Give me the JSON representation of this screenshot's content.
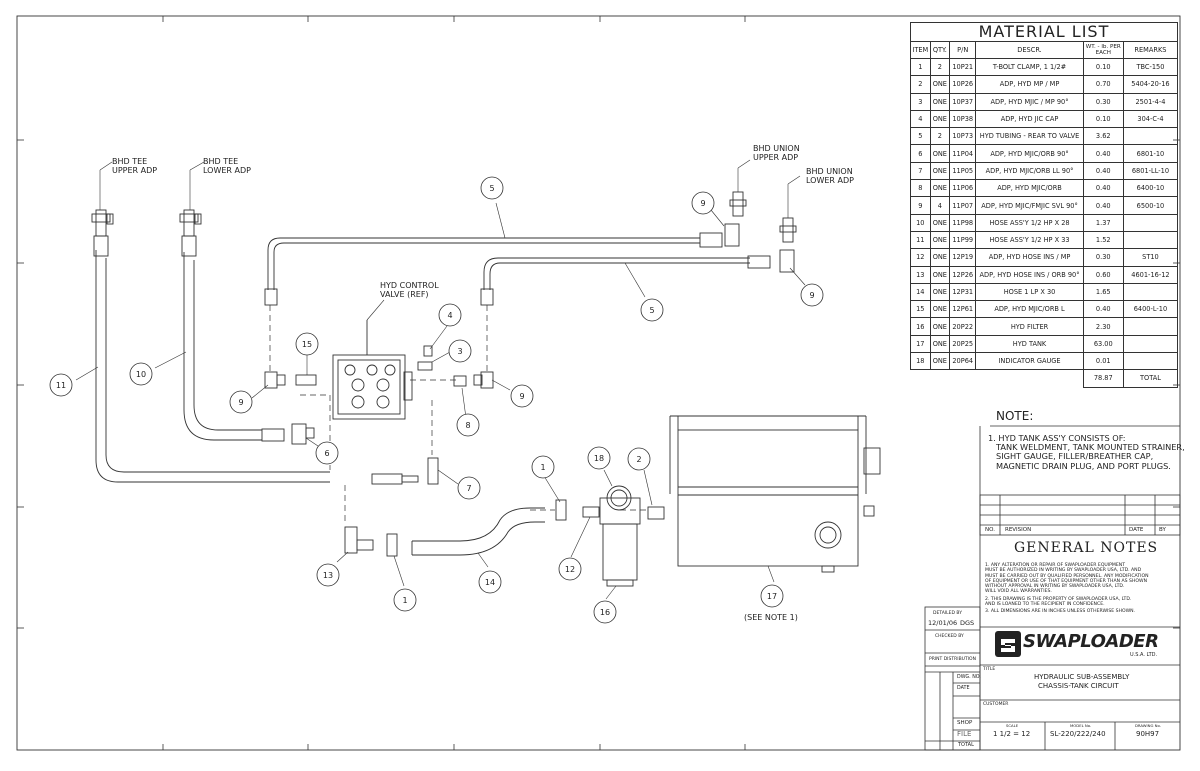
{
  "material_list": {
    "title": "MATERIAL LIST",
    "headers": [
      "ITEM",
      "QTY.",
      "P/N",
      "DESCR.",
      "WT. - lb. PER EACH",
      "REMARKS"
    ],
    "rows": [
      [
        "1",
        "2",
        "10P21",
        "T-BOLT CLAMP, 1 1/2#",
        "0.10",
        "TBC-150"
      ],
      [
        "2",
        "ONE",
        "10P26",
        "ADP, HYD MP / MP",
        "0.70",
        "5404-20-16"
      ],
      [
        "3",
        "ONE",
        "10P37",
        "ADP, HYD MJIC / MP 90°",
        "0.30",
        "2501-4-4"
      ],
      [
        "4",
        "ONE",
        "10P38",
        "ADP, HYD JIC CAP",
        "0.10",
        "304-C-4"
      ],
      [
        "5",
        "2",
        "10P73",
        "HYD TUBING - REAR TO VALVE",
        "3.62",
        ""
      ],
      [
        "6",
        "ONE",
        "11P04",
        "ADP, HYD MJIC/ORB 90°",
        "0.40",
        "6801-10"
      ],
      [
        "7",
        "ONE",
        "11P05",
        "ADP, HYD MJIC/ORB LL 90°",
        "0.40",
        "6801-LL-10"
      ],
      [
        "8",
        "ONE",
        "11P06",
        "ADP, HYD MJIC/ORB",
        "0.40",
        "6400-10"
      ],
      [
        "9",
        "4",
        "11P07",
        "ADP, HYD MJIC/FMJIC SVL 90°",
        "0.40",
        "6500-10"
      ],
      [
        "10",
        "ONE",
        "11P98",
        "HOSE ASS'Y 1/2 HP X 28",
        "1.37",
        ""
      ],
      [
        "11",
        "ONE",
        "11P99",
        "HOSE ASS'Y 1/2 HP X 33",
        "1.52",
        ""
      ],
      [
        "12",
        "ONE",
        "12P19",
        "ADP, HYD HOSE INS / MP",
        "0.30",
        "ST10"
      ],
      [
        "13",
        "ONE",
        "12P26",
        "ADP, HYD HOSE INS / ORB 90°",
        "0.60",
        "4601-16-12"
      ],
      [
        "14",
        "ONE",
        "12P31",
        "HOSE 1 LP X 30",
        "1.65",
        ""
      ],
      [
        "15",
        "ONE",
        "12P61",
        "ADP, HYD MJIC/ORB L",
        "0.40",
        "6400-L-10"
      ],
      [
        "16",
        "ONE",
        "20P22",
        "HYD FILTER",
        "2.30",
        ""
      ],
      [
        "17",
        "ONE",
        "20P25",
        "HYD TANK",
        "63.00",
        ""
      ],
      [
        "18",
        "ONE",
        "20P64",
        "INDICATOR GAUGE",
        "0.01",
        ""
      ]
    ],
    "total_weight": "78.87",
    "total_label": "TOTAL"
  },
  "note": {
    "heading": "NOTE:",
    "lines": [
      "1. HYD TANK ASS'Y CONSISTS OF:",
      "TANK WELDMENT, TANK MOUNTED STRAINER,",
      "SIGHT GAUGE, FILLER/BREATHER CAP,",
      "MAGNETIC DRAIN PLUG, AND PORT PLUGS."
    ]
  },
  "revision": {
    "no": "NO.",
    "revision": "REVISION",
    "date": "DATE",
    "by": "BY"
  },
  "general_notes": {
    "title": "GENERAL NOTES",
    "lines": [
      "1. ANY ALTERATION OR REPAIR OF SWAPLOADER EQUIPMENT",
      "MUST BE AUTHORIZED IN WRITING BY SWAPLOADER USA, LTD. AND",
      "MUST BE CARRIED OUT BY QUALIFIED PERSONNEL. ANY MODIFICATION",
      "OF EQUIPMENT OR USE OF THAT EQUIPMENT OTHER THAN AS SHOWN",
      "WITHOUT APPROVAL IN WRITING BY SWAPLOADER USA, LTD.",
      "WILL VOID ALL WARRANTIES.",
      "2. THIS DRAWING IS THE PROPERTY OF SWAPLOADER USA, LTD.",
      "AND IS LOANED TO THE RECIPIENT IN CONFIDENCE.",
      "3. ALL DIMENSIONS ARE IN INCHES UNLESS OTHERWISE SHOWN."
    ]
  },
  "title_block": {
    "detailed_by_label": "DETAILED BY",
    "detailed_date": "12/01/06",
    "detailed_initials": "DGS",
    "checked_by_label": "CHECKED BY",
    "print_dist_label": "PRINT DISTRIBUTION",
    "dwg_no_label": "DWG. NO.",
    "date_label": "DATE",
    "shop_label": "SHOP",
    "file_label": "FILE",
    "total_label": "TOTAL",
    "logo_text": "SWAPLOADER",
    "logo_sub": "U.S.A. LTD.",
    "title_label": "TITLE",
    "title_line1": "HYDRAULIC SUB-ASSEMBLY",
    "title_line2": "CHASSIS-TANK CIRCUIT",
    "customer_label": "CUSTOMER",
    "scale_label": "SCALE",
    "scale_value": "1 1/2 = 12",
    "model_label": "MODEL No.",
    "model_value": "SL-220/222/240",
    "drawing_label": "DRAWING No.",
    "drawing_value": "90H97"
  },
  "callouts": {
    "bhd_tee_upper": [
      "BHD TEE",
      "UPPER ADP"
    ],
    "bhd_tee_lower": [
      "BHD TEE",
      "LOWER ADP"
    ],
    "bhd_union_upper": [
      "BHD UNION",
      "UPPER ADP"
    ],
    "bhd_union_lower": [
      "BHD UNION",
      "LOWER ADP"
    ],
    "hyd_valve": [
      "HYD CONTROL",
      "VALVE (REF)"
    ],
    "see_note": "(SEE NOTE 1)"
  },
  "balloons": [
    "11",
    "10",
    "9",
    "15",
    "4",
    "3",
    "9",
    "6",
    "8",
    "7",
    "5",
    "5",
    "9",
    "9",
    "1",
    "18",
    "2",
    "12",
    "14",
    "1",
    "13",
    "16",
    "17"
  ]
}
